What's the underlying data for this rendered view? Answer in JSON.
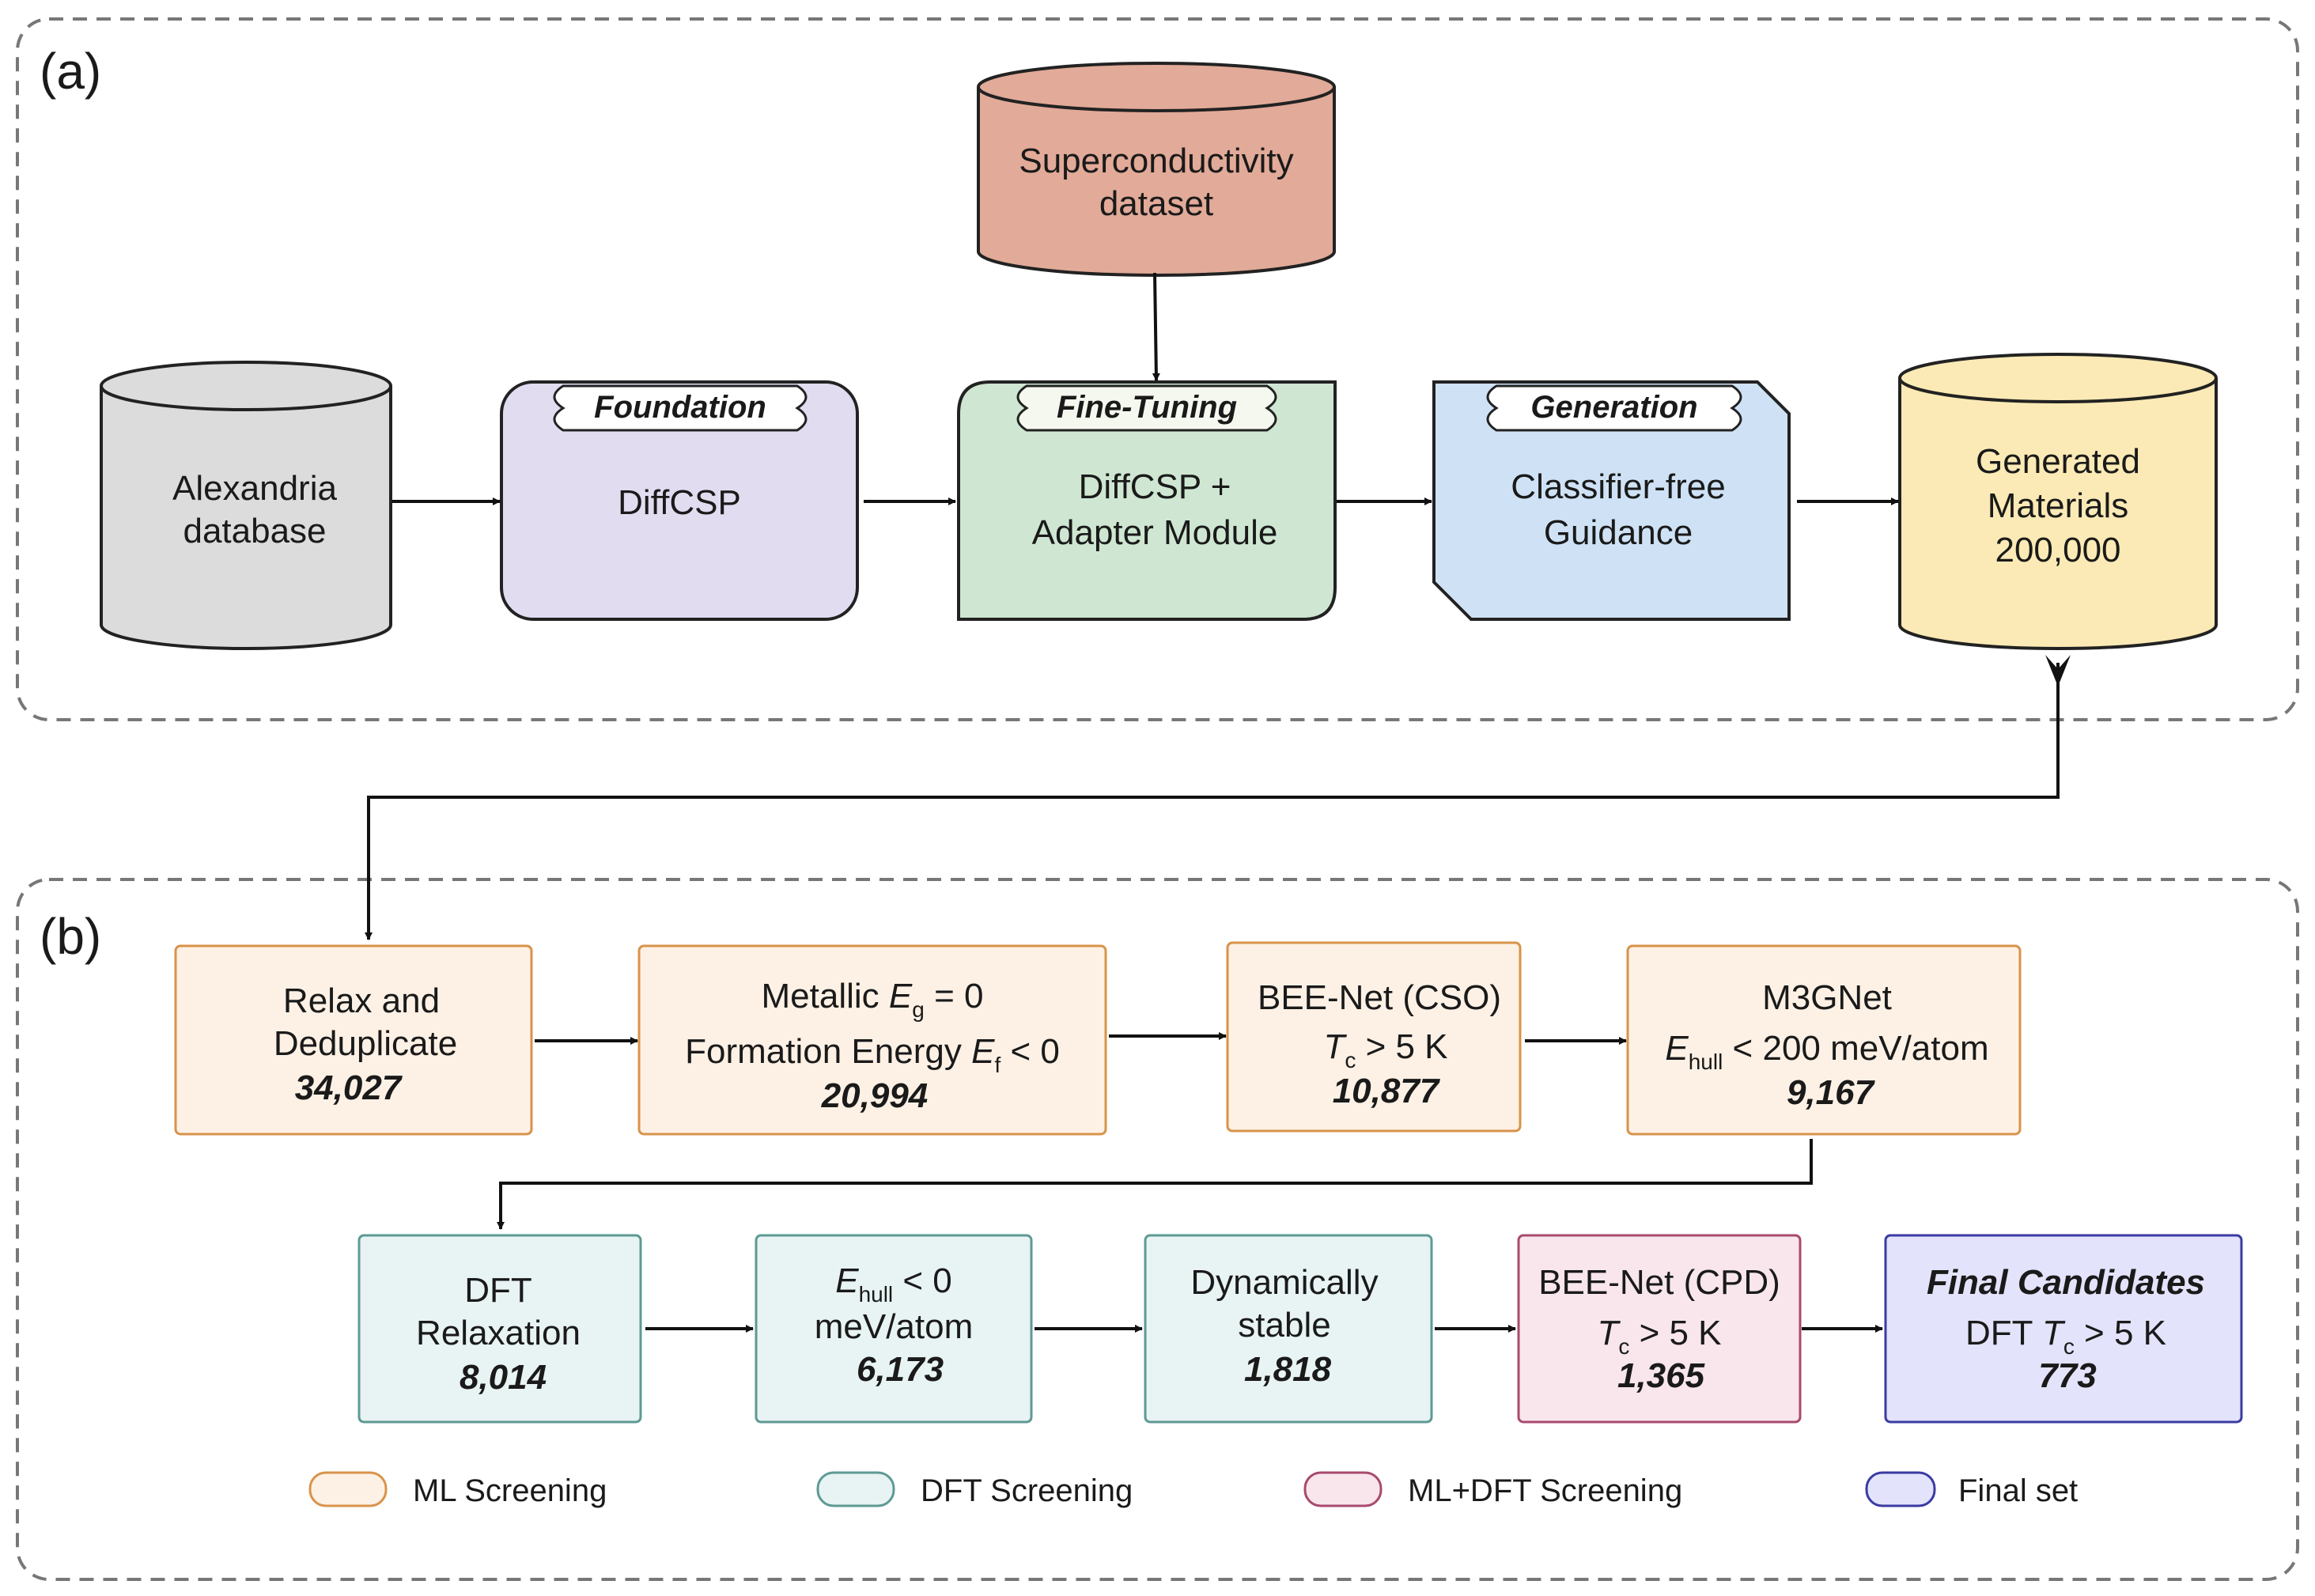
{
  "panels": {
    "a": "(a)",
    "b": "(b)"
  },
  "colors": {
    "alexandria": "#dcdcdc",
    "superconductivity": "#e2aa98",
    "foundation": "#e2dcf1",
    "finetuning": "#cfe7d2",
    "generation": "#cfe2f5",
    "generated": "#fbeab5",
    "ml": "#fdf1e5",
    "ml_border": "#d9934a",
    "dft": "#e8f3f3",
    "dft_border": "#5e9a94",
    "mldft": "#f8e6ec",
    "mldft_border": "#a84a6e",
    "final": "#e3e3fb",
    "final_border": "#3b3ba3"
  },
  "top": {
    "superconductivity": {
      "line1": "Superconductivity",
      "line2": "dataset"
    },
    "alexandria": {
      "line1": "Alexandria",
      "line2": "database"
    },
    "foundation": {
      "tag": "Foundation",
      "line1": "DiffCSP"
    },
    "finetuning": {
      "tag": "Fine-Tuning",
      "line1": "DiffCSP +",
      "line2": "Adapter Module"
    },
    "generation": {
      "tag": "Generation",
      "line1": "Classifier-free",
      "line2": "Guidance"
    },
    "generated": {
      "line1": "Generated",
      "line2": "Materials",
      "line3": "200,000"
    }
  },
  "row1": [
    {
      "line1": "Relax and",
      "line2": "Deduplicate",
      "count": "34,027"
    },
    {
      "line1a": "Metallic ",
      "var1": "E",
      "sub1": "g",
      "line1b": " = 0",
      "line2a": "Formation Energy ",
      "var2": "E",
      "sub2": "f",
      "line2b": " < 0",
      "count": "20,994"
    },
    {
      "line1": "BEE-Net (CSO)",
      "var": "T",
      "sub": "c",
      "cond": " >  5 K",
      "count": "10,877"
    },
    {
      "line1": "M3GNet",
      "var": "E",
      "sub": "hull",
      "cond": " < 200 meV/atom",
      "count": "9,167"
    }
  ],
  "row2": [
    {
      "line1": "DFT",
      "line2": "Relaxation",
      "count": "8,014"
    },
    {
      "var": "E",
      "sub": "hull",
      "cond": " < 0",
      "line2": "meV/atom",
      "count": "6,173"
    },
    {
      "line1": "Dynamically",
      "line2": "stable",
      "count": "1,818"
    },
    {
      "line1": "BEE-Net (CPD)",
      "var": "T",
      "sub": "c",
      "cond": " > 5 K",
      "count": "1,365"
    },
    {
      "line1": "Final Candidates",
      "pre": "DFT ",
      "var": "T",
      "sub": "c",
      "cond": " > 5 K",
      "count": "773"
    }
  ],
  "legend": [
    {
      "label": "ML Screening"
    },
    {
      "label": "DFT Screening"
    },
    {
      "label": "ML+DFT Screening"
    },
    {
      "label": "Final set"
    }
  ]
}
